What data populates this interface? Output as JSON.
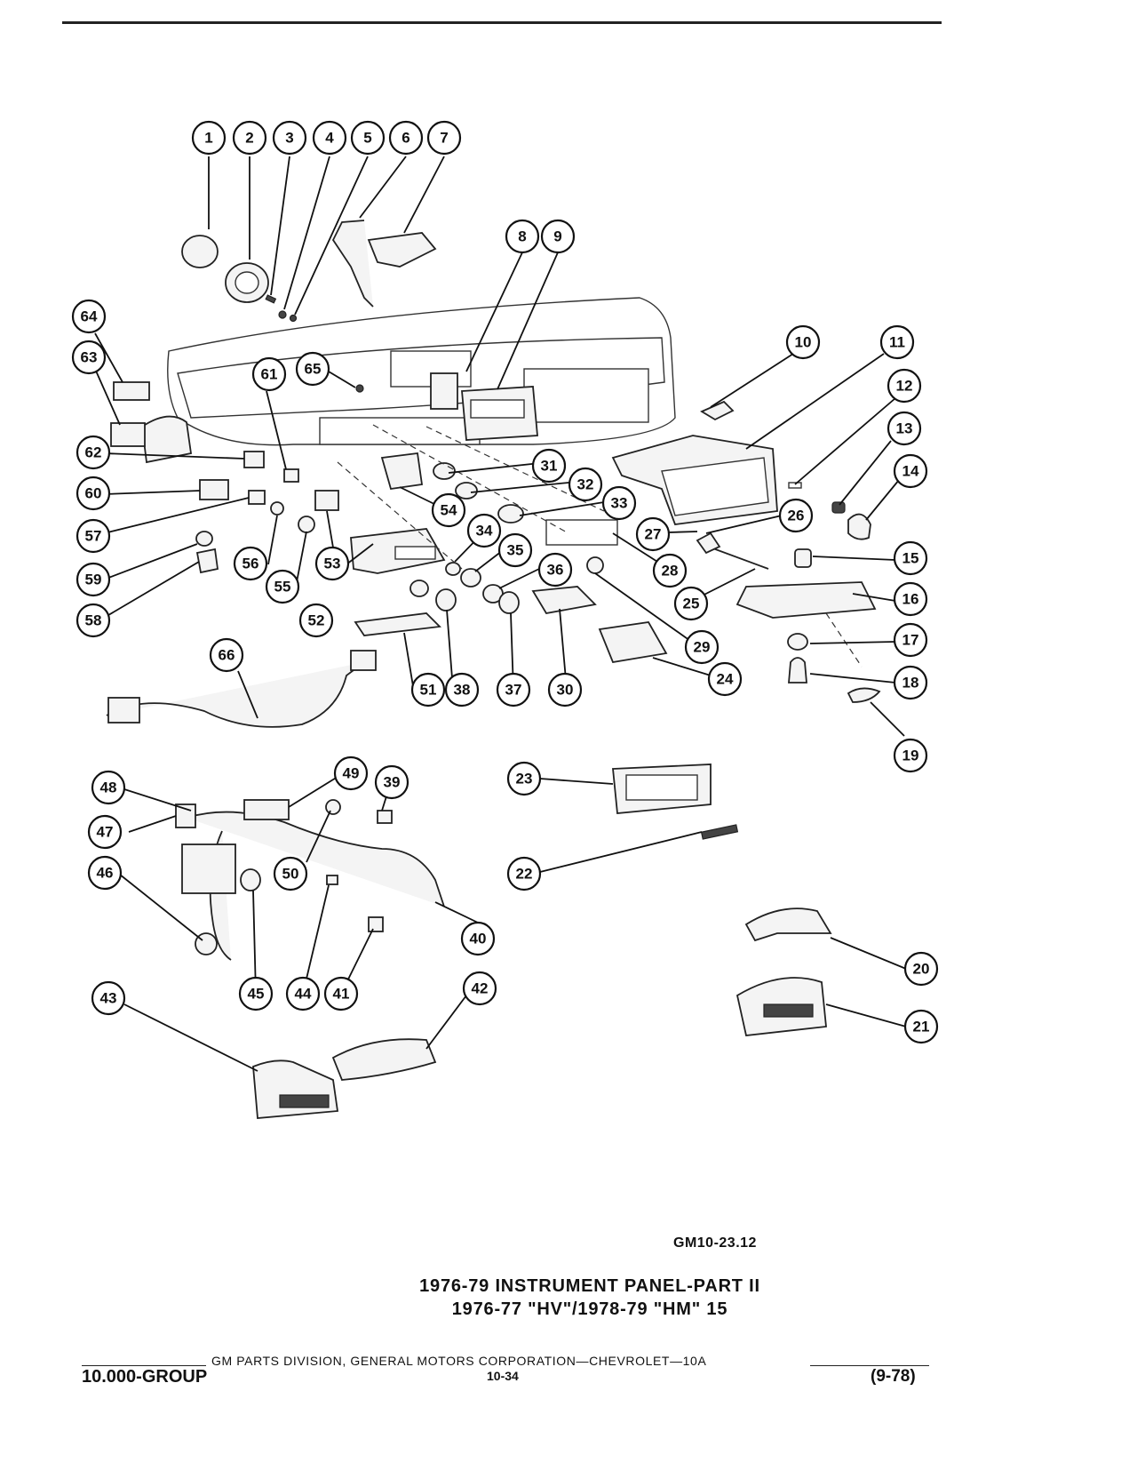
{
  "diagram": {
    "drawing_code": "GM10-23.12",
    "title_line1": "1976-79 INSTRUMENT PANEL-PART II",
    "title_line2": "1976-77 \"HV\"/1978-79 \"HM\" 15",
    "callouts": [
      "1",
      "2",
      "3",
      "4",
      "5",
      "6",
      "7",
      "8",
      "9",
      "10",
      "11",
      "12",
      "13",
      "14",
      "15",
      "16",
      "17",
      "18",
      "19",
      "20",
      "21",
      "22",
      "23",
      "24",
      "25",
      "26",
      "27",
      "28",
      "29",
      "30",
      "31",
      "32",
      "33",
      "34",
      "35",
      "36",
      "37",
      "38",
      "39",
      "40",
      "41",
      "42",
      "43",
      "44",
      "45",
      "46",
      "47",
      "48",
      "49",
      "50",
      "51",
      "52",
      "53",
      "54",
      "55",
      "56",
      "57",
      "58",
      "59",
      "60",
      "61",
      "62",
      "63",
      "64",
      "65",
      "66"
    ]
  },
  "footer": {
    "division": "GM PARTS DIVISION, GENERAL MOTORS CORPORATION—CHEVROLET—10A",
    "group": "10.000-GROUP",
    "page": "10-34",
    "date": "(9-78)"
  }
}
